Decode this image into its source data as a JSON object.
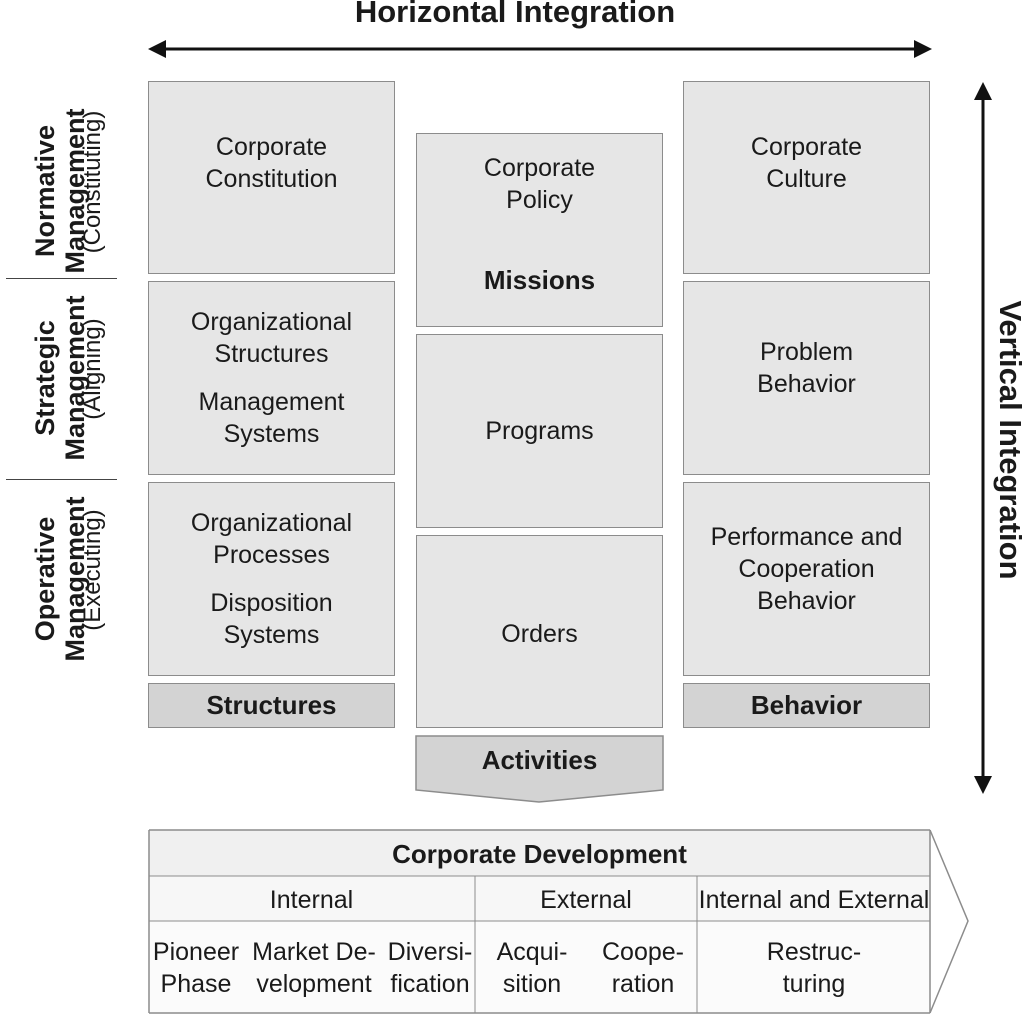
{
  "titles": {
    "horizontal": "Horizontal Integration",
    "vertical": "Vertical Integration"
  },
  "rows": {
    "normative": {
      "title": "Normative\nManagement",
      "sub": "(Constituting)"
    },
    "strategic": {
      "title": "Strategic\nManagement",
      "sub": "(Aligning)"
    },
    "operative": {
      "title": "Operative\nManagement",
      "sub": "(Executing)"
    }
  },
  "structures": {
    "normative": "Corporate\nConstitution",
    "strategic_a": "Organizational\nStructures",
    "strategic_b": "Management\nSystems",
    "operative_a": "Organizational\nProcesses",
    "operative_b": "Disposition\nSystems",
    "header": "Structures"
  },
  "activities": {
    "policy": "Corporate\nPolicy",
    "missions": "Missions",
    "programs": "Programs",
    "orders": "Orders",
    "header": "Activities"
  },
  "behavior": {
    "culture": "Corporate\nCulture",
    "problem": "Problem\nBehavior",
    "performance": "Performance and\nCooperation\nBehavior",
    "header": "Behavior"
  },
  "development": {
    "title": "Corporate Development",
    "groups": {
      "internal": "Internal",
      "external": "External",
      "both": "Internal and External"
    },
    "phases": {
      "pioneer": "Pioneer\nPhase",
      "market": "Market De-\nvelopment",
      "diversification": "Diversi-\nfication",
      "acquisition": "Acqui-\nsition",
      "cooperation": "Coope-\nration",
      "restructuring": "Restruc-\nturing"
    }
  },
  "colors": {
    "cell_fill": "#e6e6e6",
    "header_fill": "#d3d3d3",
    "border": "#8c8c8c",
    "text": "#1a1a1a"
  }
}
